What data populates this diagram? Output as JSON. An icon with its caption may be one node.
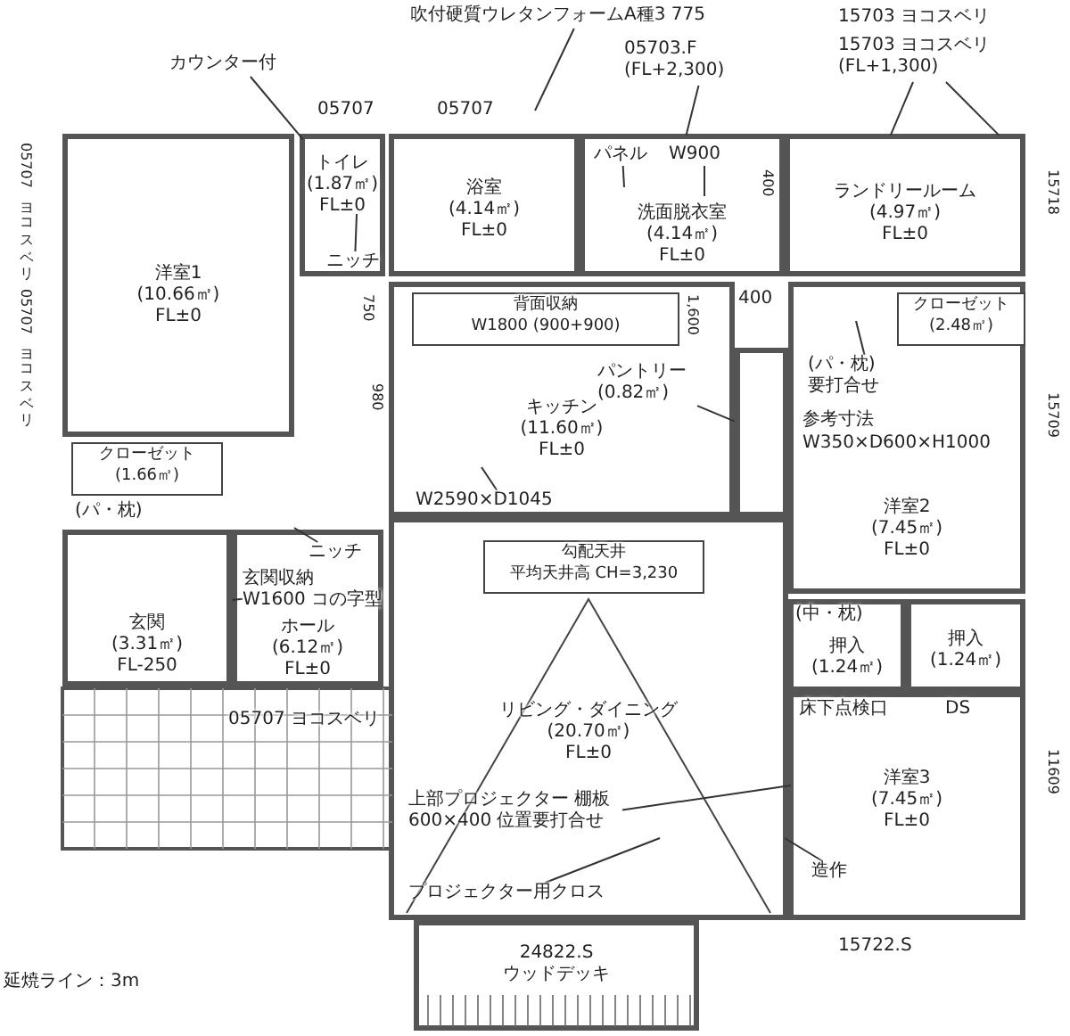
{
  "diagram": {
    "nodes": [
      {
        "text": [
          "カウンター付"
        ]
      },
      {
        "text": [
          "吹付硬質ウレタンフォームA種3 775"
        ]
      },
      {
        "text": [
          "05703.F",
          "(FL+2,300)"
        ]
      },
      {
        "text": [
          "15703 ヨコスベリ",
          "(FL+1,300)"
        ]
      },
      {
        "text": [
          "洋室1",
          "(10.66㎡)",
          "FL±0"
        ]
      },
      {
        "text": [
          "トイレ",
          "(1.87㎡)",
          "FL±0"
        ]
      },
      {
        "text": [
          "ニッチ"
        ],
        "in": 5
      },
      {
        "text": [
          "浴室",
          "(4.14㎡)",
          "FL±0"
        ]
      },
      {
        "text": [
          "洗面脱衣室",
          "(4.14㎡)",
          "FL±0"
        ]
      },
      {
        "text": [
          "パネル"
        ],
        "in": 8
      },
      {
        "text": [
          "W900"
        ],
        "in": 8
      },
      {
        "text": [
          "ランドリールーム",
          "(4.97㎡)",
          "FL±0"
        ]
      },
      {
        "text": [
          "キッチン",
          "(11.60㎡)",
          "FL±0"
        ]
      },
      {
        "text": [
          "背面収納",
          "W1800 (900+900)"
        ],
        "in": 12
      },
      {
        "text": [
          "W2590×D1045"
        ],
        "in": 12
      },
      {
        "text": [
          "パントリー",
          "(0.82㎡)"
        ],
        "in": 12
      },
      {
        "text": [],
        "shape": "box"
      },
      {
        "text": [
          "洋室2",
          "(7.45㎡)",
          "FL±0"
        ]
      },
      {
        "text": [
          "クローゼット",
          "(2.48㎡)"
        ],
        "in": 17
      },
      {
        "text": [
          "(パ・枕)",
          "要打合せ"
        ],
        "in": 17
      },
      {
        "text": [
          "クローゼット",
          "(1.66㎡)"
        ]
      },
      {
        "text": [
          "玄関",
          "(3.31㎡)",
          "FL-250"
        ]
      },
      {
        "text": [
          "ホール",
          "(6.12㎡)",
          "FL±0"
        ]
      },
      {
        "text": [
          "玄関収納",
          "W1600 コの字型"
        ],
        "in": 22
      },
      {
        "text": [
          "ニッチ"
        ],
        "in": 22
      },
      {
        "text": [
          "リビング・ダイニング",
          "(20.70㎡)",
          "FL±0"
        ]
      },
      {
        "text": [
          "勾配天井",
          "平均天井高 CH=3,230"
        ],
        "in": 25
      },
      {
        "text": [
          "上部プロジェクター 棚板600×400 位置要打合せ"
        ],
        "in": 25
      },
      {
        "text": [
          "プロジェクター用クロス"
        ],
        "in": 25
      },
      {
        "text": [
          "押入",
          "(1.24㎡)"
        ]
      },
      {
        "text": [
          "押入",
          "(1.24㎡)"
        ]
      },
      {
        "text": [
          "洋室3",
          "(7.45㎡)",
          "FL±0"
        ]
      },
      {
        "text": [
          "造作"
        ],
        "in": 31
      },
      {
        "text": [
          "24822.S",
          "ウッドデッキ"
        ]
      }
    ],
    "edges": [
      {
        "from": 0,
        "to": 5,
        "arrow": "none"
      },
      {
        "from": 1,
        "to": null,
        "arrow": "none"
      },
      {
        "from": 2,
        "to": 8,
        "arrow": "none"
      },
      {
        "from": 3,
        "to": 11,
        "arrow": "none"
      },
      {
        "from": 3,
        "to": 11,
        "arrow": "none"
      },
      {
        "from": 6,
        "to": null,
        "arrow": "none"
      },
      {
        "from": 9,
        "to": null,
        "arrow": "none"
      },
      {
        "from": 10,
        "to": null,
        "arrow": "none"
      },
      {
        "from": 14,
        "to": null,
        "arrow": "none"
      },
      {
        "from": 15,
        "to": 16,
        "arrow": "none"
      },
      {
        "from": 19,
        "to": null,
        "arrow": "none"
      },
      {
        "from": 23,
        "to": 21,
        "arrow": "none"
      },
      {
        "from": 24,
        "to": null,
        "arrow": "none"
      },
      {
        "from": 27,
        "to": 31,
        "arrow": "none"
      },
      {
        "from": 28,
        "to": null,
        "arrow": "none"
      },
      {
        "from": 32,
        "to": null,
        "arrow": "none"
      }
    ],
    "labels": [
      "05707",
      "05707",
      "15703 ヨコスベリ",
      "05707 ヨコスベリ",
      "05707 ヨコスベリ",
      "15718",
      "750",
      "1,600",
      "980",
      "400",
      "400",
      "(パ・枕)",
      "参考寸法",
      "W350×D600×H1000",
      "15709",
      "(中・枕)",
      "床下点検口",
      "DS",
      "11609",
      "05707 ヨコスベリ",
      "延焼ライン：3m",
      "15722.S"
    ]
  }
}
